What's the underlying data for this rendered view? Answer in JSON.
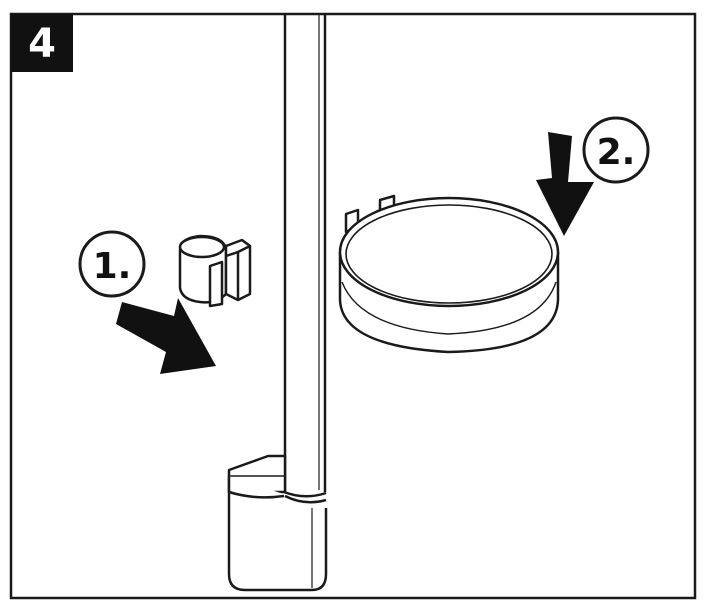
{
  "step": {
    "number": "4"
  },
  "callouts": [
    {
      "label": "1."
    },
    {
      "label": "2."
    }
  ],
  "colors": {
    "ink": "#1a1a1a",
    "paper": "#ffffff",
    "badge": "#111111"
  }
}
